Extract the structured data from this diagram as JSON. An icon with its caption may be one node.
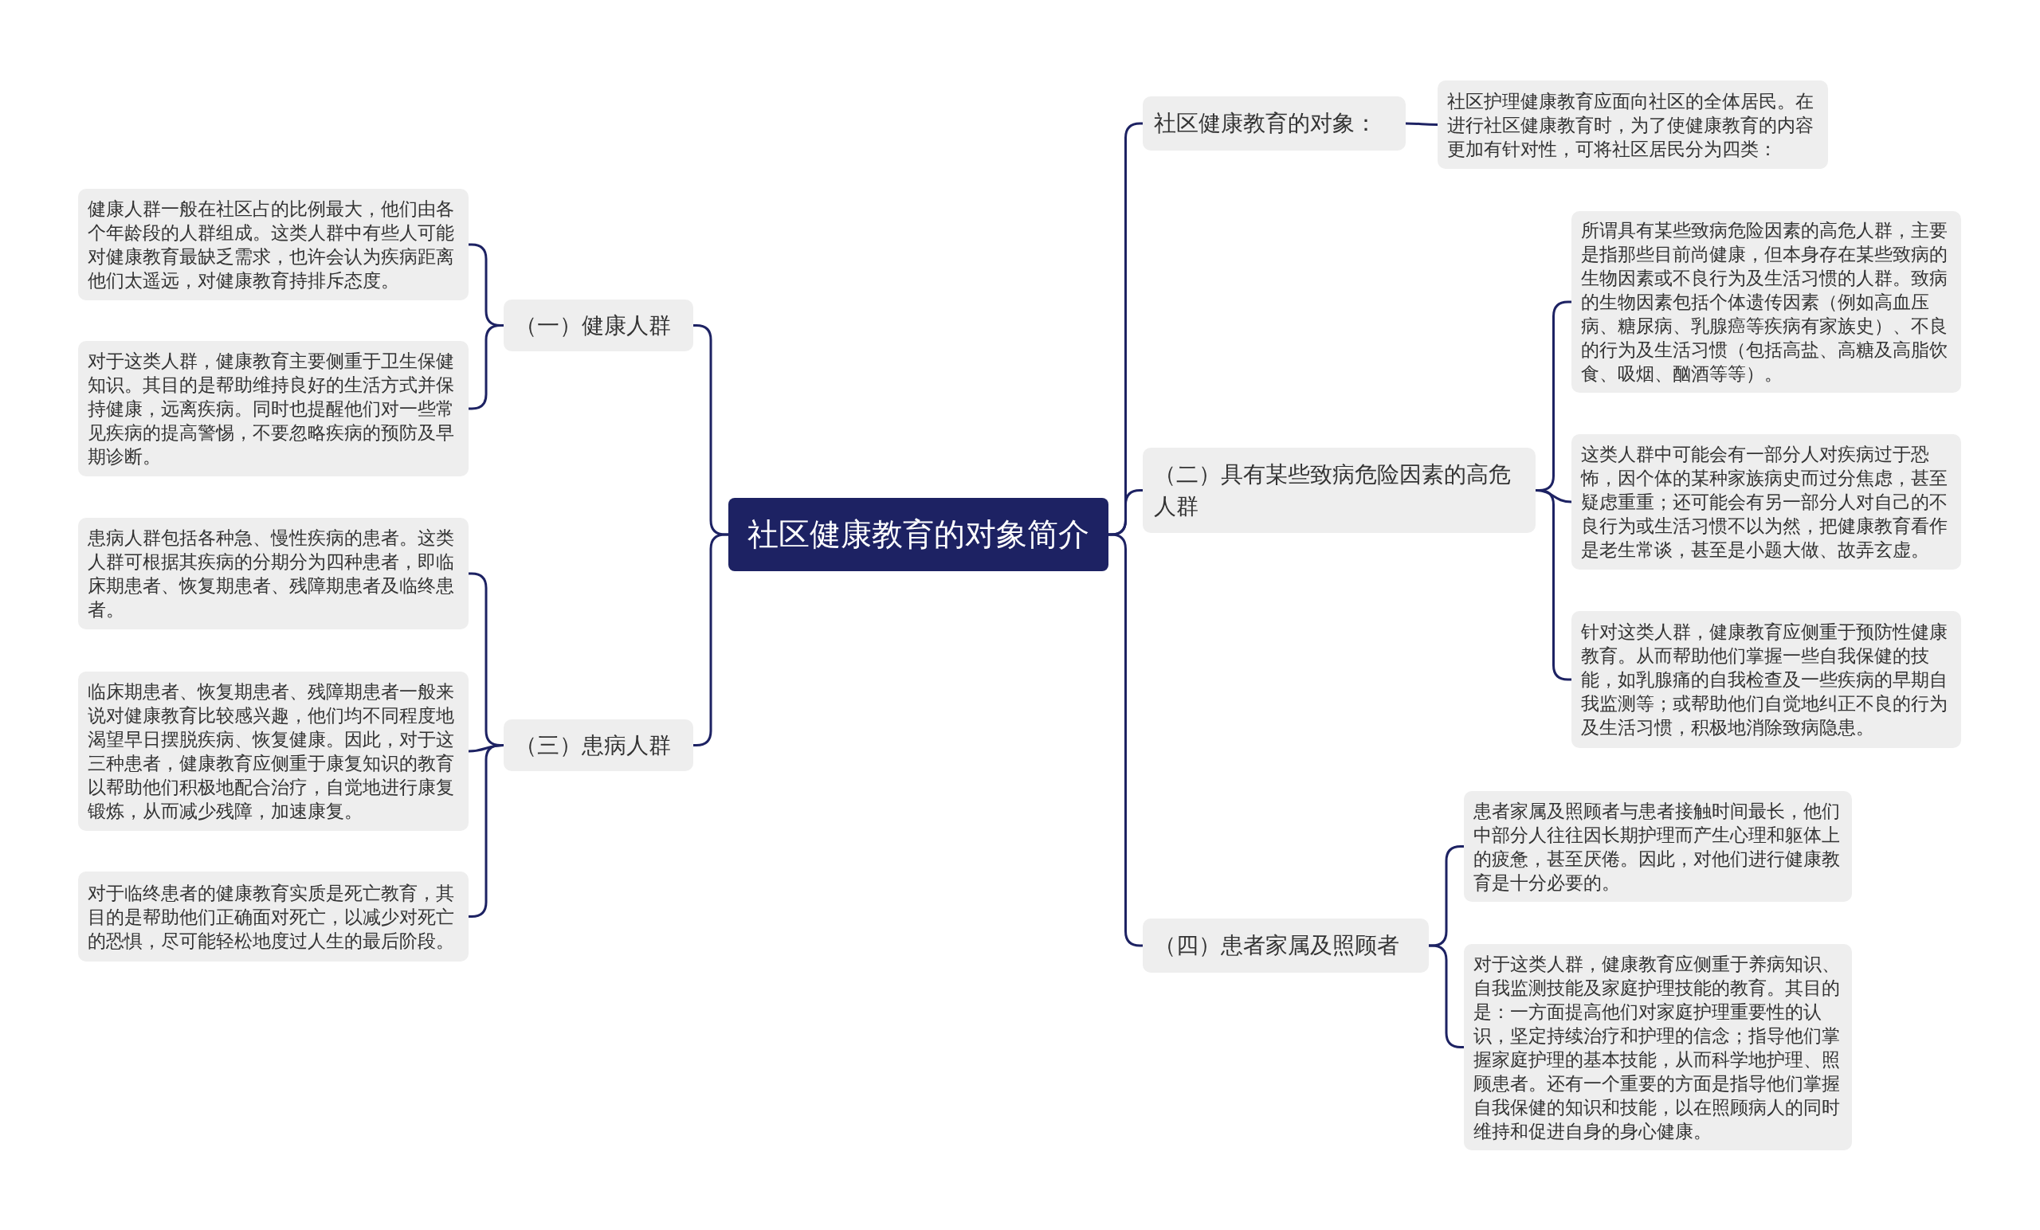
{
  "diagram": {
    "nodes": [
      {
        "text": [
          "社区健康教育的对象简介"
        ]
      },
      {
        "text": [
          "（一）健康人群"
        ]
      },
      {
        "text": [
          "健康人群一般在社区占的比例最大，他们由各个年龄段的人群组成。这类人群中有些人可能对健康教育最缺乏需求，也许会认为疾病距离他们太遥远，对健康教育持排斥态度。"
        ]
      },
      {
        "text": [
          "对于这类人群，健康教育主要侧重于卫生保健知识。其目的是帮助维持良好的生活方式并保持健康，远离疾病。同时也提醒他们对一些常见疾病的提高警惕，不要忽略疾病的预防及早期诊断。"
        ]
      },
      {
        "text": [
          "（三）患病人群"
        ]
      },
      {
        "text": [
          "患病人群包括各种急、慢性疾病的患者。这类人群可根据其疾病的分期分为四种患者，即临床期患者、恢复期患者、残障期患者及临终患者。"
        ]
      },
      {
        "text": [
          "临床期患者、恢复期患者、残障期患者一般来说对健康教育比较感兴趣，他们均不同程度地渴望早日摆脱疾病、恢复健康。因此，对于这三种患者，健康教育应侧重于康复知识的教育以帮助他们积极地配合治疗，自觉地进行康复锻炼，从而减少残障，加速康复。"
        ]
      },
      {
        "text": [
          "对于临终患者的健康教育实质是死亡教育，其目的是帮助他们正确面对死亡，以减少对死亡的恐惧，尽可能轻松地度过人生的最后阶段。"
        ]
      },
      {
        "text": [
          "社区健康教育的对象："
        ]
      },
      {
        "text": [
          "社区护理健康教育应面向社区的全体居民。在进行社区健康教育时，为了使健康教育的内容更加有针对性，可将社区居民分为四类："
        ]
      },
      {
        "text": [
          "（二）具有某些致病危险因素的高危人群"
        ]
      },
      {
        "text": [
          "所谓具有某些致病危险因素的高危人群，主要是指那些目前尚健康，但本身存在某些致病的生物因素或不良行为及生活习惯的人群。致病的生物因素包括个体遗传因素（例如高血压病、糖尿病、乳腺癌等疾病有家族史）、不良的行为及生活习惯（包括高盐、高糖及高脂饮食、吸烟、酗酒等等）。"
        ]
      },
      {
        "text": [
          "这类人群中可能会有一部分人对疾病过于恐怖，因个体的某种家族病史而过分焦虑，甚至疑虑重重；还可能会有另一部分人对自己的不良行为或生活习惯不以为然，把健康教育看作是老生常谈，甚至是小题大做、故弄玄虚。"
        ]
      },
      {
        "text": [
          "针对这类人群，健康教育应侧重于预防性健康教育。从而帮助他们掌握一些自我保健的技能，如乳腺痛的自我检查及一些疾病的早期自我监测等；或帮助他们自觉地纠正不良的行为及生活习惯，积极地消除致病隐患。"
        ]
      },
      {
        "text": [
          "（四）患者家属及照顾者"
        ]
      },
      {
        "text": [
          "患者家属及照顾者与患者接触时间最长，他们中部分人往往因长期护理而产生心理和躯体上的疲惫，甚至厌倦。因此，对他们进行健康教育是十分必要的。"
        ]
      },
      {
        "text": [
          "对于这类人群，健康教育应侧重于养病知识、自我监测技能及家庭护理技能的教育。其目的是：一方面提高他们对家庭护理重要性的认识，坚定持续治疗和护理的信念；指导他们掌握家庭护理的基本技能，从而科学地护理、照顾患者。还有一个重要的方面是指导他们掌握自我保健的知识和技能，以在照顾病人的同时维持和促进自身的身心健康。"
        ]
      }
    ],
    "edges": [
      {
        "from": 0,
        "to": 1,
        "arrow": "none"
      },
      {
        "from": 1,
        "to": 2,
        "arrow": "none"
      },
      {
        "from": 1,
        "to": 3,
        "arrow": "none"
      },
      {
        "from": 0,
        "to": 4,
        "arrow": "none"
      },
      {
        "from": 4,
        "to": 5,
        "arrow": "none"
      },
      {
        "from": 4,
        "to": 6,
        "arrow": "none"
      },
      {
        "from": 4,
        "to": 7,
        "arrow": "none"
      },
      {
        "from": 0,
        "to": 8,
        "arrow": "none"
      },
      {
        "from": 8,
        "to": 9,
        "arrow": "none"
      },
      {
        "from": 0,
        "to": 10,
        "arrow": "none"
      },
      {
        "from": 10,
        "to": 11,
        "arrow": "none"
      },
      {
        "from": 10,
        "to": 12,
        "arrow": "none"
      },
      {
        "from": 10,
        "to": 13,
        "arrow": "none"
      },
      {
        "from": 0,
        "to": 14,
        "arrow": "none"
      },
      {
        "from": 14,
        "to": 15,
        "arrow": "none"
      },
      {
        "from": 14,
        "to": 16,
        "arrow": "none"
      }
    ]
  }
}
